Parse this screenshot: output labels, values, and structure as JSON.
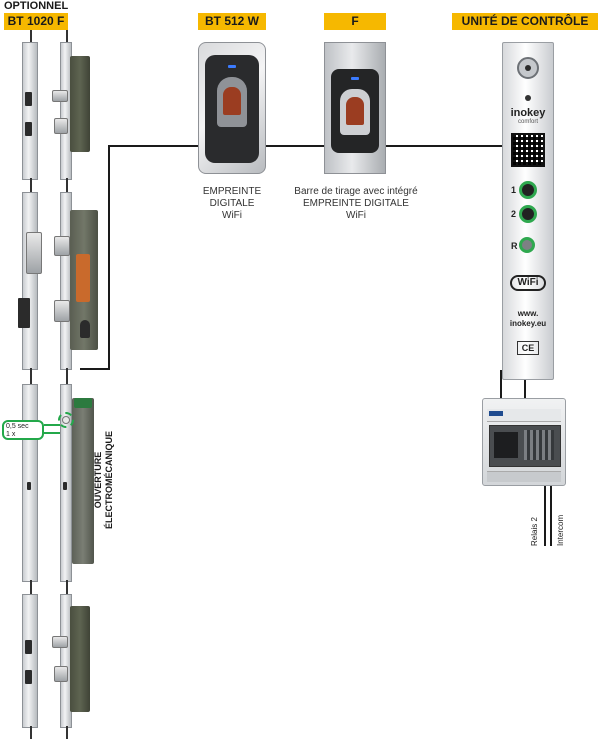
{
  "labels": {
    "optional": "OPTIONNEL",
    "lock_model": "BT 1020 F",
    "reader_model": "BT 512 W",
    "pull_bar_model": "F",
    "control_unit_title": "UNITÉ DE CONTRÔLE"
  },
  "captions": {
    "reader": [
      "EMPREINTE",
      "DIGITALE",
      "WiFi"
    ],
    "pull_bar": [
      "Barre de tirage avec intégré",
      "EMPREINTE DIGITALE",
      "WiFi"
    ]
  },
  "motor": {
    "label_line1": "OUVERTURE",
    "label_line2": "ÉLECTROMÉCANIQUE",
    "pulse_line1": "0,5 sec",
    "pulse_line2": "1 x"
  },
  "control_unit": {
    "brand": "inokey",
    "brand_sub": "comfort",
    "button_1": "1",
    "button_2": "2",
    "button_r": "R",
    "wifi_logo": "WiFi",
    "website_line1": "www.",
    "website_line2": "inokey.eu",
    "ce_mark": "CE"
  },
  "wiring": {
    "relay": "Relais 2",
    "intercom": "Intercom"
  },
  "colors": {
    "tag_yellow": "#f6b800",
    "button_green": "#2fa84f",
    "motor_highlight": "#23a84a",
    "wire": "#1a1a1a"
  }
}
